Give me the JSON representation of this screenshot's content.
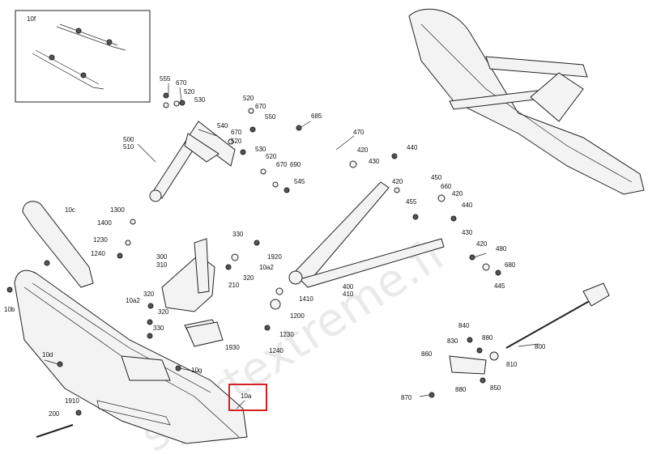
{
  "diagram": {
    "inset_label": "10f",
    "highlight_label": "10a",
    "watermark": "sportextreme.fr",
    "highlight_color": "#d42020",
    "labels": [
      "555",
      "670",
      "520",
      "530",
      "520",
      "670",
      "550",
      "540",
      "670",
      "520",
      "500",
      "510",
      "530",
      "520",
      "670",
      "690",
      "545",
      "685",
      "470",
      "440",
      "420",
      "430",
      "450",
      "420",
      "660",
      "420",
      "455",
      "440",
      "430",
      "420",
      "480",
      "680",
      "445",
      "10c",
      "1300",
      "1400",
      "1230",
      "1240",
      "330",
      "1920",
      "10a2",
      "300",
      "310",
      "320",
      "210",
      "320",
      "400",
      "410",
      "1410",
      "1200",
      "1230",
      "1240",
      "320",
      "10a2",
      "330",
      "1930",
      "10g",
      "10b",
      "10d",
      "1910",
      "200",
      "840",
      "830",
      "880",
      "860",
      "810",
      "880",
      "850",
      "870",
      "800"
    ]
  }
}
